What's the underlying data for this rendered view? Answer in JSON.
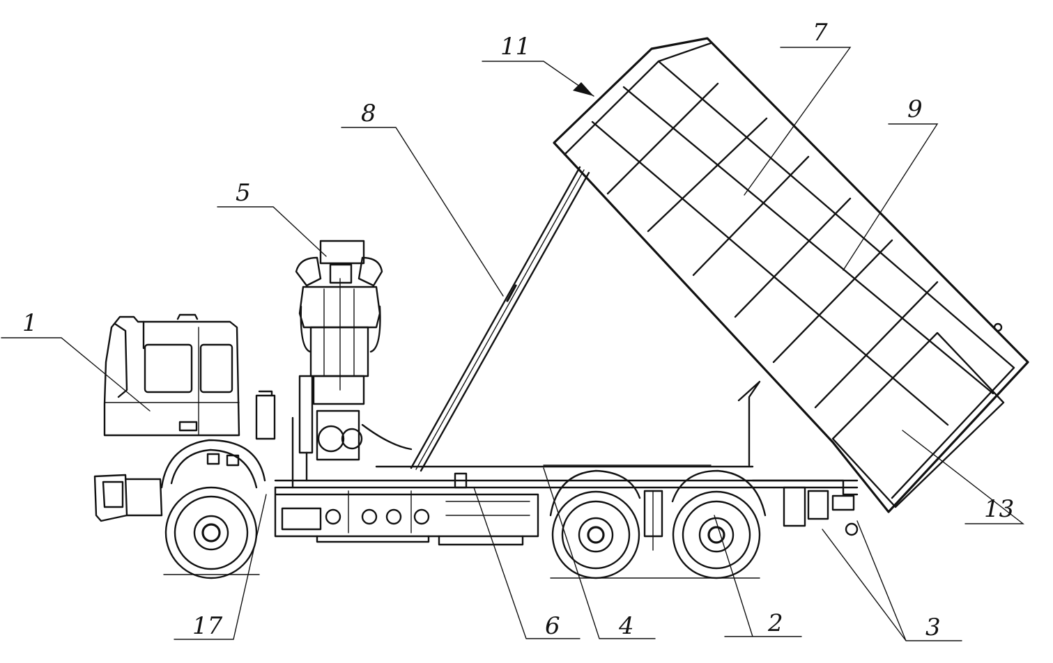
{
  "labels": {
    "cab": "1",
    "rear_axles": "2",
    "rear_lights": "3",
    "subframe": "4",
    "crane": "5",
    "frame": "6",
    "body": "7",
    "hydraulic_cylinder": "8",
    "side_board": "9",
    "body_front": "11",
    "tailgate": "13",
    "front_guard": "17"
  }
}
